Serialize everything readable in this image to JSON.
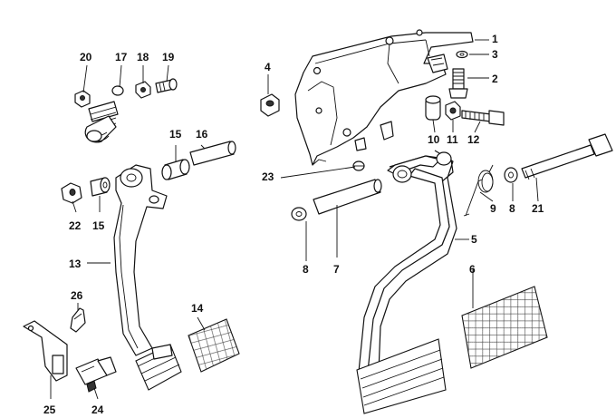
{
  "diagram": {
    "callouts": [
      {
        "id": "c1",
        "text": "1"
      },
      {
        "id": "c2",
        "text": "2"
      },
      {
        "id": "c3",
        "text": "3"
      },
      {
        "id": "c4",
        "text": "4"
      },
      {
        "id": "c5",
        "text": "5"
      },
      {
        "id": "c6",
        "text": "6"
      },
      {
        "id": "c7",
        "text": "7"
      },
      {
        "id": "c8a",
        "text": "8"
      },
      {
        "id": "c8b",
        "text": "8"
      },
      {
        "id": "c9",
        "text": "9"
      },
      {
        "id": "c10",
        "text": "10"
      },
      {
        "id": "c11",
        "text": "11"
      },
      {
        "id": "c12",
        "text": "12"
      },
      {
        "id": "c13",
        "text": "13"
      },
      {
        "id": "c14",
        "text": "14"
      },
      {
        "id": "c15a",
        "text": "15"
      },
      {
        "id": "c15b",
        "text": "15"
      },
      {
        "id": "c16",
        "text": "16"
      },
      {
        "id": "c17",
        "text": "17"
      },
      {
        "id": "c18",
        "text": "18"
      },
      {
        "id": "c19",
        "text": "19"
      },
      {
        "id": "c20",
        "text": "20"
      },
      {
        "id": "c21",
        "text": "21"
      },
      {
        "id": "c22",
        "text": "22"
      },
      {
        "id": "c23",
        "text": "23"
      },
      {
        "id": "c24",
        "text": "24"
      },
      {
        "id": "c25",
        "text": "25"
      },
      {
        "id": "c26",
        "text": "26"
      }
    ]
  }
}
